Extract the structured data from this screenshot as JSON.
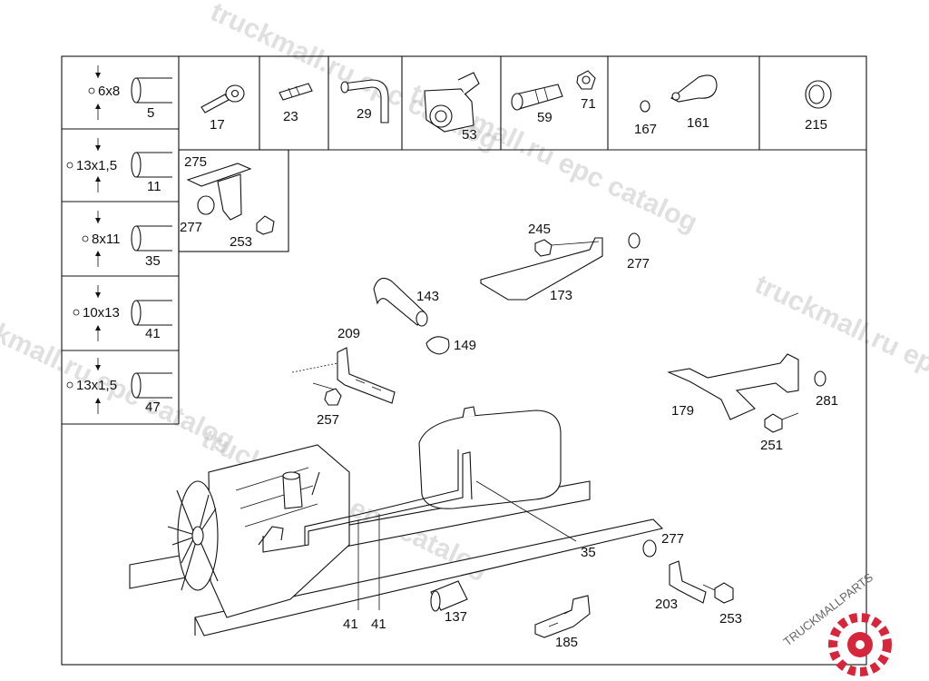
{
  "hose_table": [
    {
      "size": "6x8",
      "ref": "5"
    },
    {
      "size": "13x1,5",
      "ref": "11"
    },
    {
      "size": "8x11",
      "ref": "35"
    },
    {
      "size": "10x13",
      "ref": "41"
    },
    {
      "size": "13x1,5",
      "ref": "47"
    }
  ],
  "top_row_labels": {
    "p17": "17",
    "p23": "23",
    "p29": "29",
    "p53": "53",
    "p59": "59",
    "p71": "71",
    "p167": "167",
    "p161": "161",
    "p215": "215"
  },
  "inset_labels": {
    "p275": "275",
    "p277": "277",
    "p253": "253"
  },
  "callouts": {
    "p245": "245",
    "p277a": "277",
    "p173": "173",
    "p143": "143",
    "p149": "149",
    "p209": "209",
    "p257": "257",
    "p179": "179",
    "p281": "281",
    "p251": "251",
    "p35": "35",
    "p277b": "277",
    "p203": "203",
    "p253b": "253",
    "p137": "137",
    "p185": "185",
    "p41a": "41",
    "p41b": "41"
  },
  "watermark": {
    "text": "truckmall.ru epc catalog",
    "brand": "TRUCKMALLPARTS",
    "brand_color": "#d6263b"
  }
}
